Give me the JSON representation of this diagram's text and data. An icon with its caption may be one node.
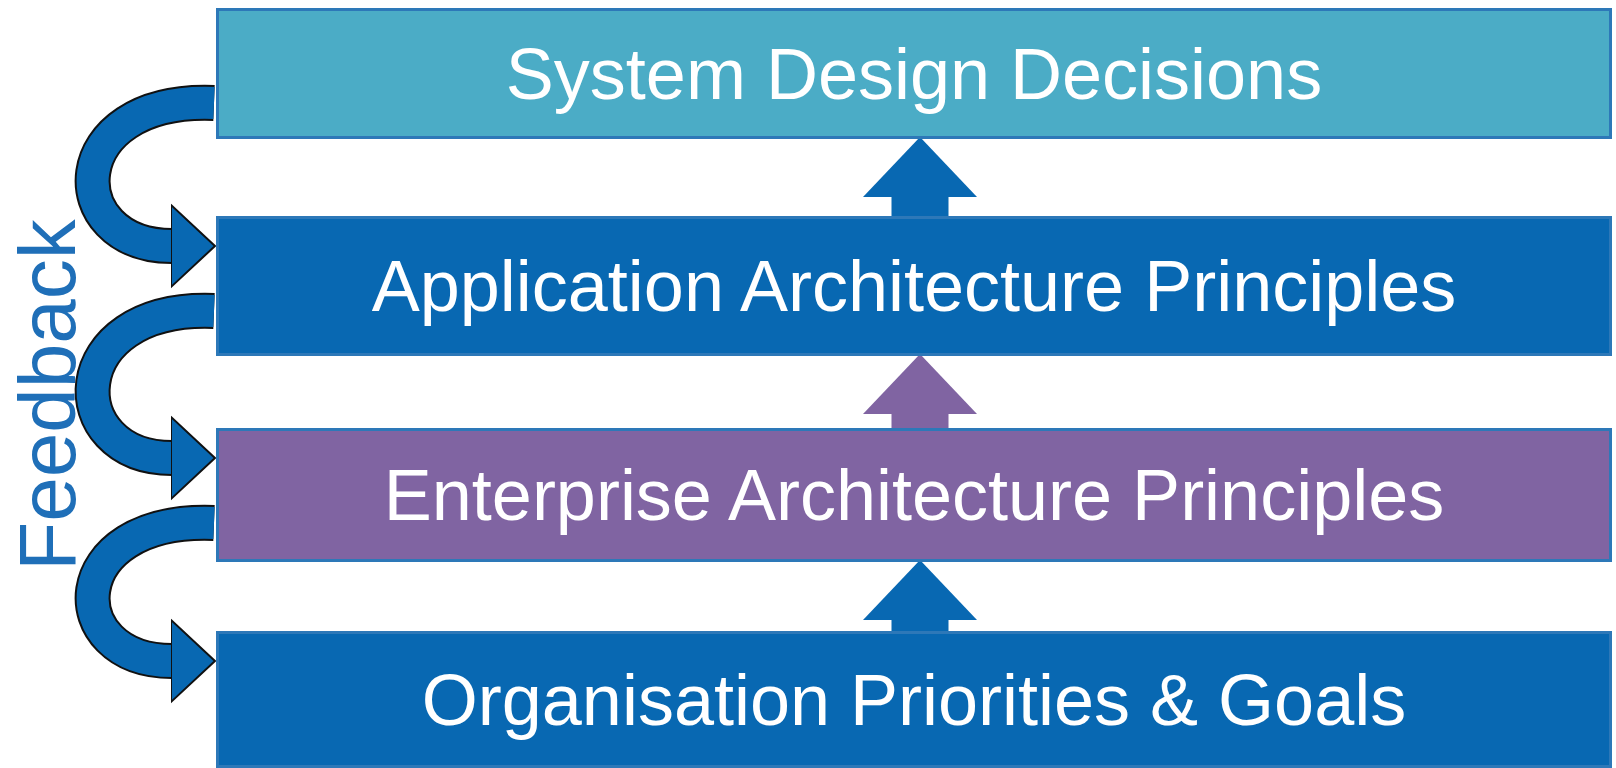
{
  "diagram": {
    "nodes": [
      {
        "text": [
          "System Design Decisions"
        ]
      },
      {
        "text": [
          "Application Architecture Principles"
        ]
      },
      {
        "text": [
          "Enterprise Architecture Principles"
        ]
      },
      {
        "text": [
          "Organisation Priorities & Goals"
        ]
      }
    ],
    "edges": [
      {
        "from": 3,
        "to": 2,
        "arrow": "to"
      },
      {
        "from": 2,
        "to": 1,
        "arrow": "to",
        "color": "#8064a2"
      },
      {
        "from": 1,
        "to": 0,
        "arrow": "to"
      },
      {
        "from": 0,
        "to": 1,
        "arrow": "to"
      },
      {
        "from": 1,
        "to": 2,
        "arrow": "to"
      },
      {
        "from": 2,
        "to": 3,
        "arrow": "to"
      }
    ],
    "labels": [
      "Feedback"
    ]
  }
}
